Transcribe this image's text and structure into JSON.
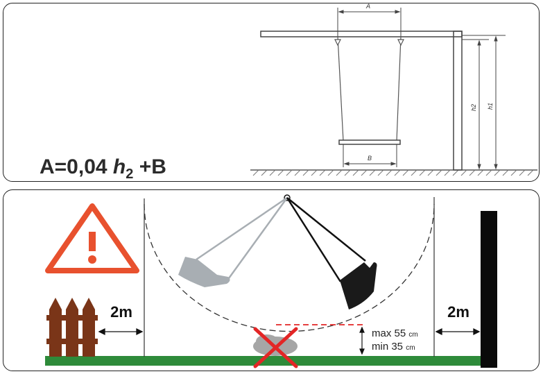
{
  "top_panel": {
    "formula": {
      "prefix": "A=0,04 ",
      "variable": "h",
      "subscript": "2",
      "suffix": " +B"
    },
    "labels": {
      "a": "A",
      "b": "B",
      "h1": "h1",
      "h2": "h2"
    }
  },
  "bottom_panel": {
    "left_distance": "2m",
    "right_distance": "2m",
    "clearance_max": "max 55",
    "clearance_min": "min 35",
    "clearance_unit": "cm"
  },
  "colors": {
    "warning": "#e8512e",
    "fence": "#7a3518",
    "ground": "#2e8b3a",
    "seat_left": "#a8aeb3",
    "seat_right": "#1a1a1a",
    "forbidden": "#e32626",
    "rock": "#a6a6a6",
    "wall": "#0a0a0a"
  },
  "icons": [
    "warning-triangle-icon",
    "forbidden-cross-icon"
  ]
}
